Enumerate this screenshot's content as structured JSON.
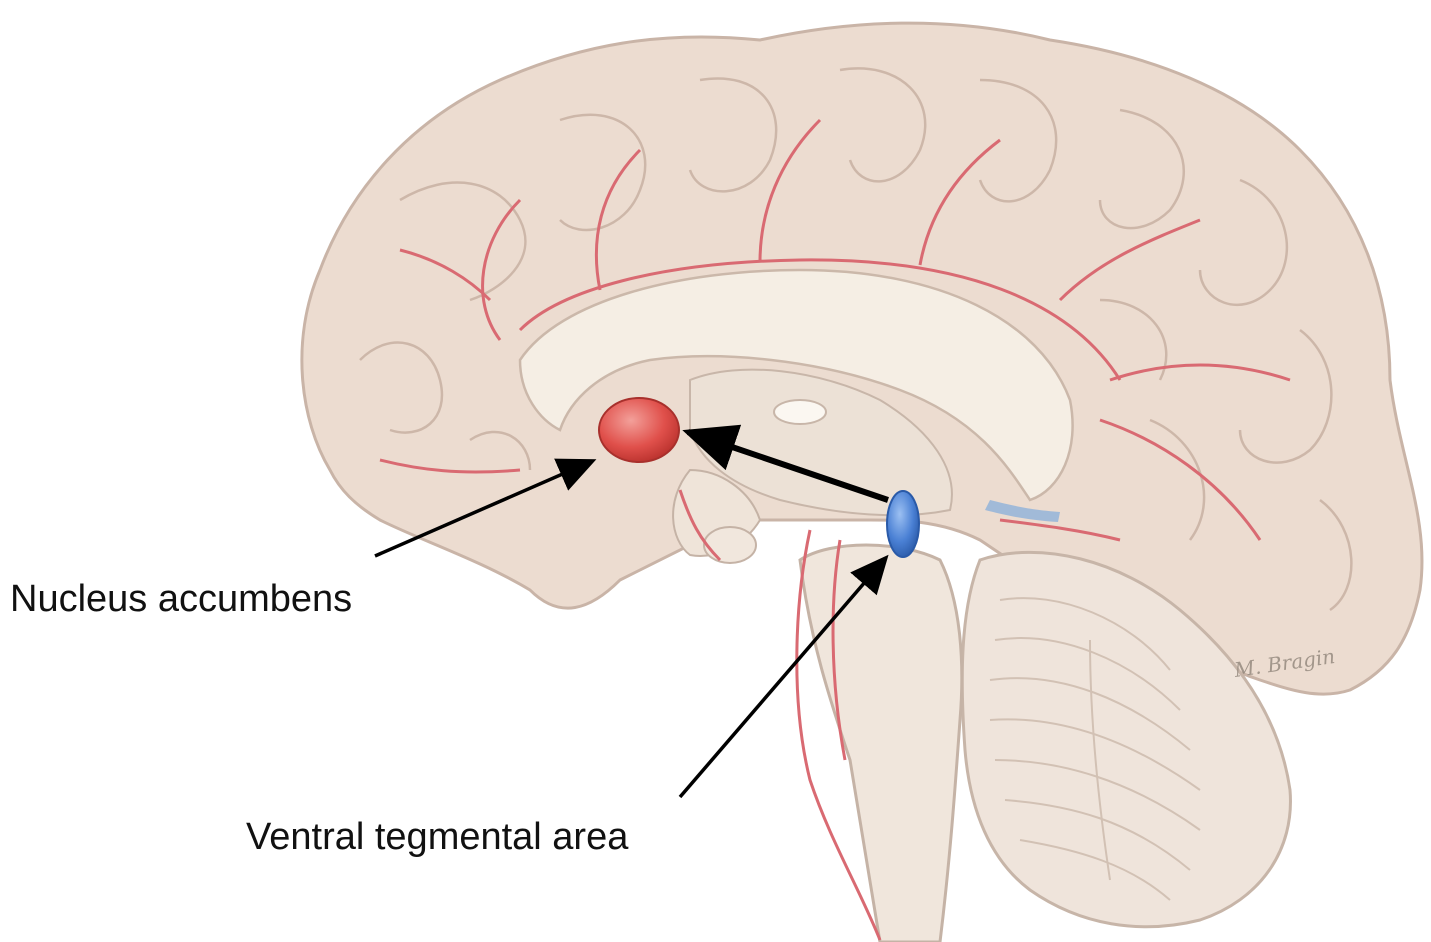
{
  "labels": {
    "nucleus_accumbens": "Nucleus accumbens",
    "ventral_tegmental_area": "Ventral tegmental area"
  },
  "artist_signature": "M. Bragin",
  "colors": {
    "nucleus_accumbens_marker": "#e0504b",
    "ventral_tegmental_area_marker": "#4a80d4",
    "arrow": "#000000",
    "brain_tissue": "#ecdcd0",
    "blood_vessels": "#d96a72",
    "background": "#ffffff"
  },
  "pathway": {
    "from": "Ventral tegmental area",
    "to": "Nucleus accumbens"
  }
}
